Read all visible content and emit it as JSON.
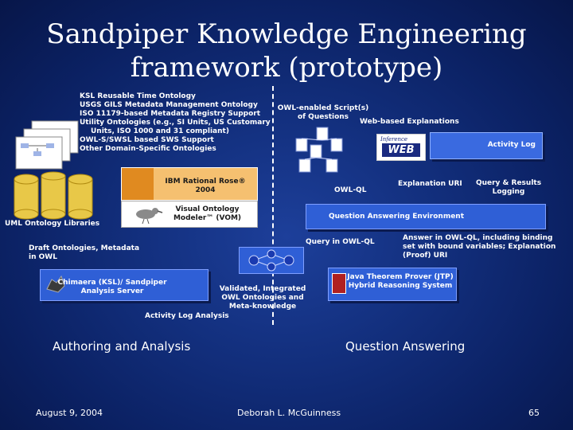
{
  "title_line1": "Sandpiper Knowledge Engineering",
  "title_line2": "framework (prototype)",
  "ontology_list": [
    "KSL Reusable Time Ontology",
    "USGS GILS Metadata Management Ontology",
    "ISO 11179-based Metadata Registry Support",
    "Utility Ontologies (e.g., SI Units, US Customary",
    "Units, ISO 1000 and 31 compliant)",
    "OWL-S/SWSL based SWS Support",
    "Other Domain-Specific Ontologies"
  ],
  "owl_script": "OWL-enabled Script(s) of Questions",
  "web_explanations": "Web-based Explanations",
  "activity_log": "Activity Log",
  "web_logo": "WEB",
  "inference_logo": "Inference",
  "ibm_rose": "IBM Rational Rose® 2004",
  "owl_ql": "OWL-QL",
  "explanation_uri": "Explanation URI",
  "query_results_logging": "Query & Results Logging",
  "uml_libraries": "UML Ontology Libraries",
  "vom": "Visual Ontology Modeler™ (VOM)",
  "qa_environment": "Question Answering Environment",
  "draft_ontologies": "Draft Ontologies, Metadata in OWL",
  "query_owl_ql": "Query in OWL-QL",
  "answer_owl_ql": "Answer in OWL-QL, including binding set with bound variables; Explanation (Proof) URI",
  "chimaera": "Chimaera (KSL)/ Sandpiper Analysis Server",
  "validated": "Validated, Integrated OWL Ontologies and Meta-knowledge",
  "jtp": "Java Theorem Prover (JTP) Hybrid Reasoning System",
  "activity_log_analysis": "Activity Log Analysis",
  "authoring": "Authoring and Analysis",
  "question_answering": "Question Answering",
  "footer_date": "August 9, 2004",
  "footer_author": "Deborah L. McGuinness",
  "footer_page": "65",
  "colors": {
    "background": "#13307f",
    "accent_orange": "#f0a040",
    "box_blue": "#2f5fd6"
  }
}
